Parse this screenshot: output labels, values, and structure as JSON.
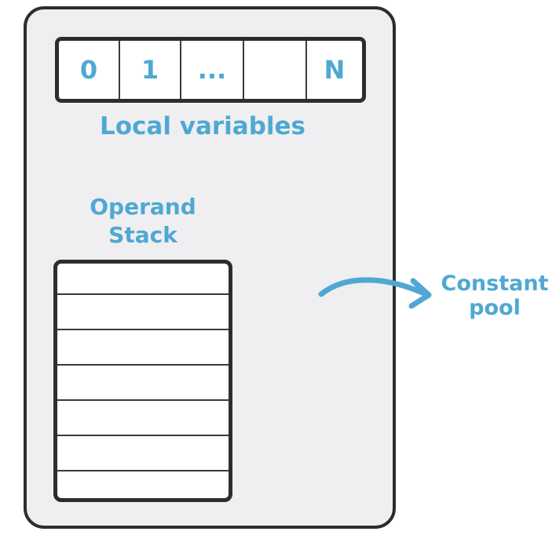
{
  "local_variables": {
    "slots": [
      "0",
      "1",
      "...",
      "",
      "N"
    ],
    "label": "Local variables"
  },
  "operand_stack": {
    "label_line1": "Operand",
    "label_line2": "Stack",
    "row_count": 7
  },
  "constant_pool": {
    "label_line1": "Constant",
    "label_line2": "pool"
  },
  "colors": {
    "accent": "#4fa8d3",
    "outline": "#2d2d2d",
    "frame_fill": "#efeff1",
    "box_fill": "#ffffff"
  },
  "icons": [
    "curved-arrow-icon"
  ]
}
